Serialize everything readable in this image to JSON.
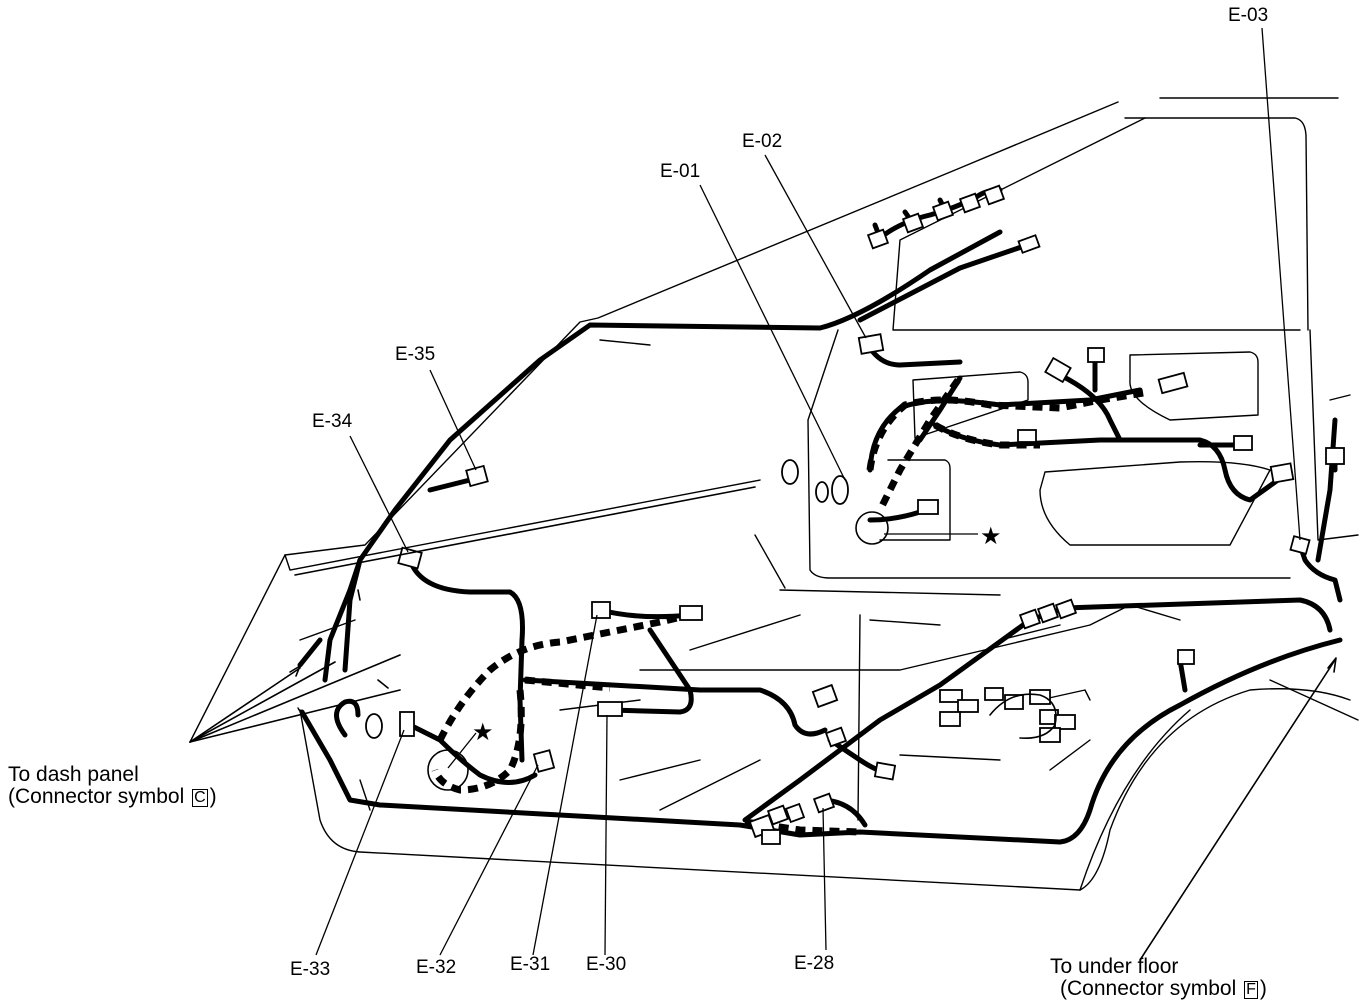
{
  "labels": {
    "e01": "E-01",
    "e02": "E-02",
    "e03": "E-03",
    "e28": "E-28",
    "e30": "E-30",
    "e31": "E-31",
    "e32": "E-32",
    "e33": "E-33",
    "e34": "E-34",
    "e35": "E-35"
  },
  "notes": {
    "dash_panel_line1": "To dash panel",
    "dash_panel_line2_prefix": "(Connector symbol",
    "dash_panel_symbol": "C",
    "dash_panel_line2_suffix": ")",
    "under_floor_line1": "To under floor",
    "under_floor_line2_prefix": "(Connector symbol",
    "under_floor_symbol": "F",
    "under_floor_line2_suffix": ")"
  },
  "markers": {
    "star": "★"
  },
  "colors": {
    "line": "#000000",
    "background": "#ffffff"
  }
}
